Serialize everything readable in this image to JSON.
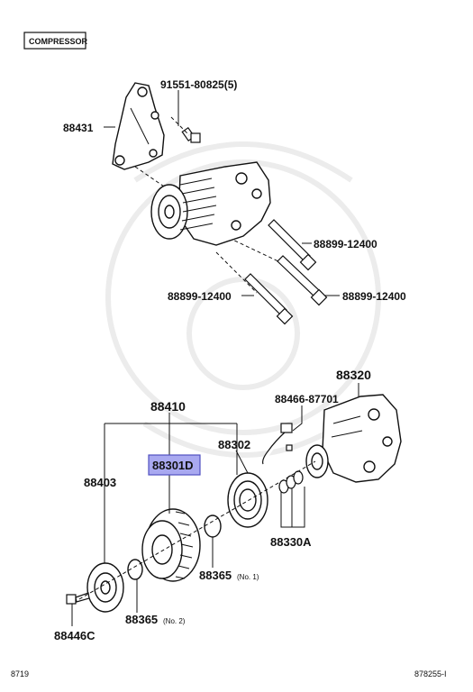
{
  "header": {
    "section_title": "COMPRESSOR"
  },
  "parts": {
    "bolt_top": "91551-80825(5)",
    "bracket": "88431",
    "bolt_right_1": "88899-12400",
    "bolt_left": "88899-12400",
    "bolt_right_2": "88899-12400",
    "compressor_assy": "88320",
    "wire_assy": "88466-87701",
    "clutch_assy": "88410",
    "stator": "88302",
    "pulley_highlighted": "88301D",
    "hub": "88403",
    "shim_set": "88330A",
    "snap_ring_1": "88365",
    "snap_ring_1_note": "(No. 1)",
    "snap_ring_2": "88365",
    "snap_ring_2_note": "(No. 2)",
    "center_bolt": "88446C"
  },
  "footer": {
    "left_code": "8719",
    "right_code": "878255-I"
  },
  "colors": {
    "highlight_fill": "#a9a9f0",
    "highlight_border": "#5050c0",
    "line": "#111111",
    "watermark": "#ececec"
  }
}
